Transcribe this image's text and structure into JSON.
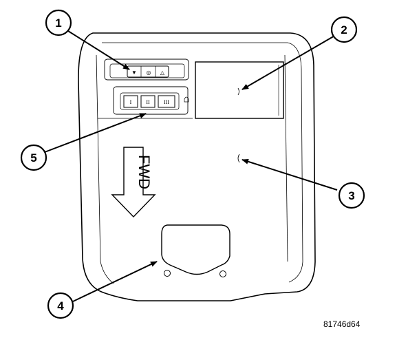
{
  "callouts": [
    {
      "id": "1",
      "label": "1"
    },
    {
      "id": "2",
      "label": "2"
    },
    {
      "id": "3",
      "label": "3"
    },
    {
      "id": "4",
      "label": "4"
    },
    {
      "id": "5",
      "label": "5"
    }
  ],
  "fwd_label": "FWD",
  "upper_buttons": [
    "▼",
    "◎",
    "△"
  ],
  "lower_buttons": [
    "I",
    "II",
    "III"
  ],
  "figure_id": "81746d64"
}
